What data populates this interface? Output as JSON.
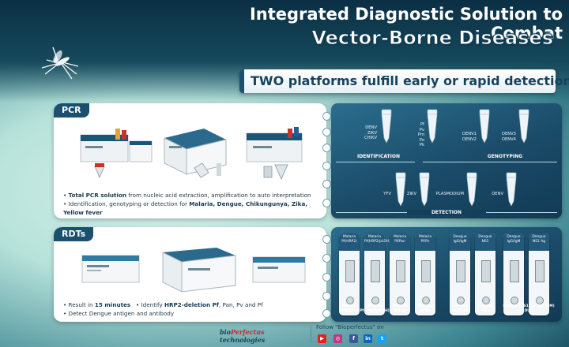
{
  "header": {
    "title_line1": "Integrated Diagnostic Solution to Combat",
    "title_line2": "Vector-Borne Diseases"
  },
  "banner": {
    "text": "TWO platforms fulfill early or rapid detection"
  },
  "pcr": {
    "tag": "PCR",
    "bullet1_bold": "Total PCR solution",
    "bullet1_rest": " from nucleic acid extraction, amplification to auto interpretation",
    "bullet2_pre": "Identification, genotyping or detection for ",
    "bullet2_bold": "Malaria, Dengue, Chikungunya, Zika, Yellow fever"
  },
  "rdt": {
    "tag": "RDTs",
    "bullet1_pre": "Result in ",
    "bullet1_bold": "15 minutes",
    "bullet1_mid": "Identify ",
    "bullet1_bold2": "HRP2-deletion Pf",
    "bullet1_rest": ", Pan, Pv and Pf",
    "bullet2": "Detect Dengue antigen and antibody"
  },
  "pcr_panel": {
    "identification": {
      "label": "IDENTIFICATION",
      "targets": [
        "DENV",
        "ZIKV",
        "CHIKV"
      ]
    },
    "genotyping": {
      "label": "GENOTYPING",
      "plasmodium": [
        "Pf",
        "Pv",
        "Pm",
        "Po",
        "Pk"
      ],
      "denv_a": [
        "DENV1",
        "DENV2"
      ],
      "denv_b": [
        "DENV3",
        "DENV4"
      ]
    },
    "detection": {
      "label": "DETECTION",
      "targets": [
        "YFV",
        "ZIKV",
        "PLASMODIUM",
        "DENV"
      ]
    }
  },
  "rdt_panel": {
    "cassettes": [
      {
        "head": "Malaria Pf(HRP2)",
        "label": "Malaria Pf(HRP2)"
      },
      {
        "head": "Malaria Pf(HRP2/pLDH)",
        "label": "Malaria Pf(HRP2/pLDH)"
      },
      {
        "head": "Malaria Pf/Pan",
        "label": "Malaria Pf/Pan"
      },
      {
        "head": "Malaria Pf/Pv",
        "label": "Malaria Pf/Pv"
      },
      {
        "head": "Dengue IgG/IgM",
        "label": "Dengue IgG/IgM"
      },
      {
        "head": "Dengue NS1",
        "label": "Dengue NS1"
      },
      {
        "head": "Dengue IgG/IgM",
        "label": ""
      },
      {
        "head": "Dengue NS1 Ag",
        "label": "Dengue (NS1 Ag+IgG/IgM) DUO"
      }
    ]
  },
  "footer": {
    "logo_part1": "bio",
    "logo_part2": "Perfectus",
    "logo_part3": " technologies",
    "follow": "Follow \"Bioperfectus\" on",
    "socials": [
      {
        "icon": "youtube-icon",
        "glyph": "▶",
        "color": "#e62117"
      },
      {
        "icon": "instagram-icon",
        "glyph": "◎",
        "color": "#c13584"
      },
      {
        "icon": "facebook-icon",
        "glyph": "f",
        "color": "#3b5998"
      },
      {
        "icon": "linkedin-icon",
        "glyph": "in",
        "color": "#0a66c2"
      },
      {
        "icon": "twitter-icon",
        "glyph": "t",
        "color": "#1da1f2"
      }
    ]
  }
}
